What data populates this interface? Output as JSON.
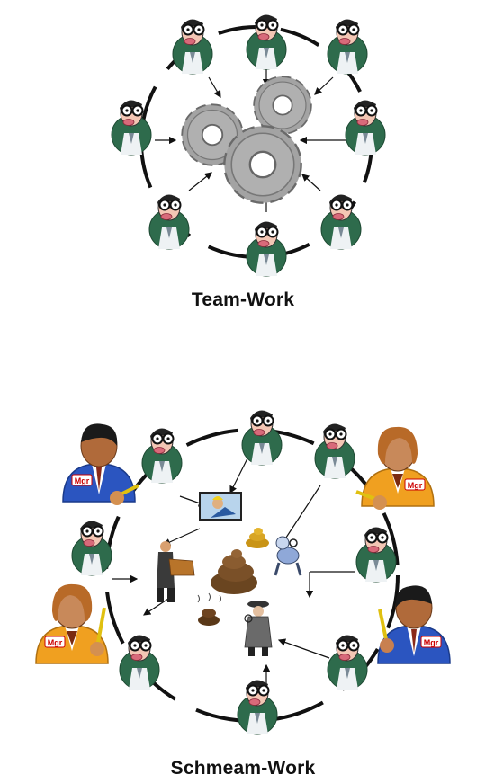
{
  "top_diagram": {
    "caption": "Team-Work",
    "icons": {
      "person": "nerd-engineer-icon",
      "center": "gears-icon"
    }
  },
  "bottom_diagram": {
    "caption": "Schmeam-Work",
    "manager_badge": "Mgr",
    "icons": {
      "person": "nerd-engineer-icon",
      "manager": "manager-avatar-icon",
      "center": [
        "poop-pile-icon",
        "small-poop-icon",
        "swirl-poop-icon",
        "reading-businessman-icon",
        "construction-worker-frame-icon",
        "detective-icon",
        "inspector-dog-icon"
      ]
    }
  },
  "colors": {
    "ring": "#111111",
    "gear": "#a3a3a3",
    "badge": "#2e6b4c",
    "manager_blue": "#2b55c0",
    "manager_orange": "#f0a020"
  }
}
